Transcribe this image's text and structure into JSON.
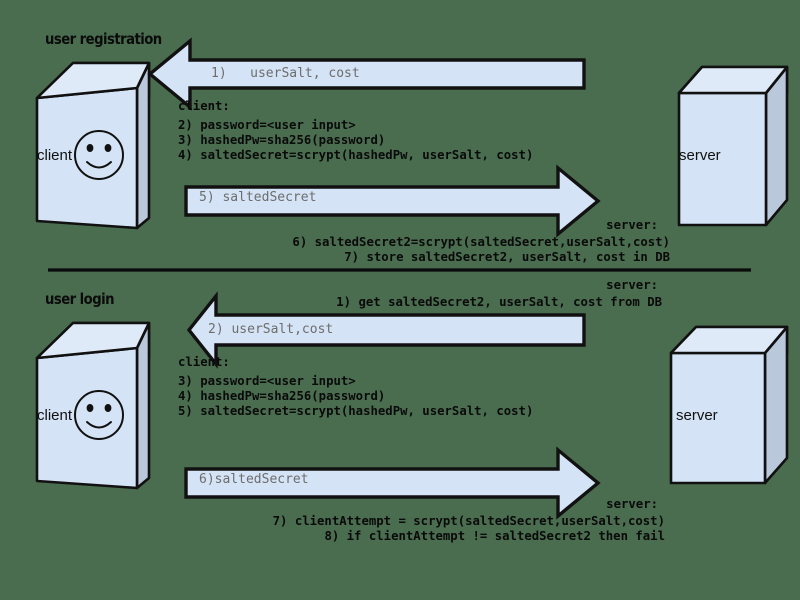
{
  "page": {
    "background_color": "#4a6d50",
    "shape_fill": "#d4e3f5",
    "shape_top_fill": "#dfeaf8",
    "shape_side_fill": "#b9c8da",
    "stroke_color": "#111111",
    "arrow_text_color": "#6d6d6d"
  },
  "sections": [
    {
      "title": "user registration",
      "client_box_label": "client",
      "server_box_label": "server",
      "arrows": [
        {
          "direction": "left",
          "label": "1)   userSalt, cost"
        },
        {
          "direction": "right",
          "label": "5) saltedSecret"
        }
      ],
      "client_steps_heading": "client:",
      "client_steps": [
        "2) password=<user input>",
        "3) hashedPw=sha256(password)",
        "4) saltedSecret=scrypt(hashedPw, userSalt, cost)"
      ],
      "server_steps_heading": "server:",
      "server_steps": [
        "6) saltedSecret2=scrypt(saltedSecret,userSalt,cost)",
        "7) store saltedSecret2, userSalt, cost in DB"
      ]
    },
    {
      "title": "user login",
      "client_box_label": "client",
      "server_box_label": "server",
      "arrows": [
        {
          "direction": "left",
          "label": "2) userSalt,cost"
        },
        {
          "direction": "right",
          "label": "6)saltedSecret"
        }
      ],
      "server_pre_heading": "server:",
      "server_pre_steps": [
        "1) get saltedSecret2, userSalt, cost from DB"
      ],
      "client_steps_heading": "client:",
      "client_steps": [
        "3) password=<user input>",
        "4) hashedPw=sha256(password)",
        "5) saltedSecret=scrypt(hashedPw, userSalt, cost)"
      ],
      "server_steps_heading": "server:",
      "server_steps": [
        "7) clientAttempt = scrypt(saltedSecret,userSalt,cost)",
        "8) if clientAttempt != saltedSecret2 then fail"
      ]
    }
  ],
  "text": {
    "reg_title": "user registration",
    "reg_arrow1": "1)   userSalt, cost",
    "reg_client_heading": "client:",
    "reg_client_l1": "2) password=<user input>",
    "reg_client_l2": "3) hashedPw=sha256(password)",
    "reg_client_l3": "4) saltedSecret=scrypt(hashedPw, userSalt, cost)",
    "reg_arrow2": "5) saltedSecret",
    "reg_server_heading": "server:",
    "reg_server_l1": "6) saltedSecret2=scrypt(saltedSecret,userSalt,cost)",
    "reg_server_l2": "7) store saltedSecret2, userSalt, cost in DB",
    "login_title": "user login",
    "login_server_pre_heading": "server:",
    "login_server_pre_l1": "1) get saltedSecret2, userSalt, cost from DB",
    "login_arrow1": "2) userSalt,cost",
    "login_client_heading": "client:",
    "login_client_l1": "3) password=<user input>",
    "login_client_l2": "4) hashedPw=sha256(password)",
    "login_client_l3": "5) saltedSecret=scrypt(hashedPw, userSalt, cost)",
    "login_arrow2": "6)saltedSecret",
    "login_server_heading": "server:",
    "login_server_l1": "7) clientAttempt = scrypt(saltedSecret,userSalt,cost)",
    "login_server_l2": "8) if clientAttempt != saltedSecret2 then fail",
    "client_label_top": "client",
    "server_label_top": "server",
    "client_label_bottom": "client",
    "server_label_bottom": "server"
  }
}
